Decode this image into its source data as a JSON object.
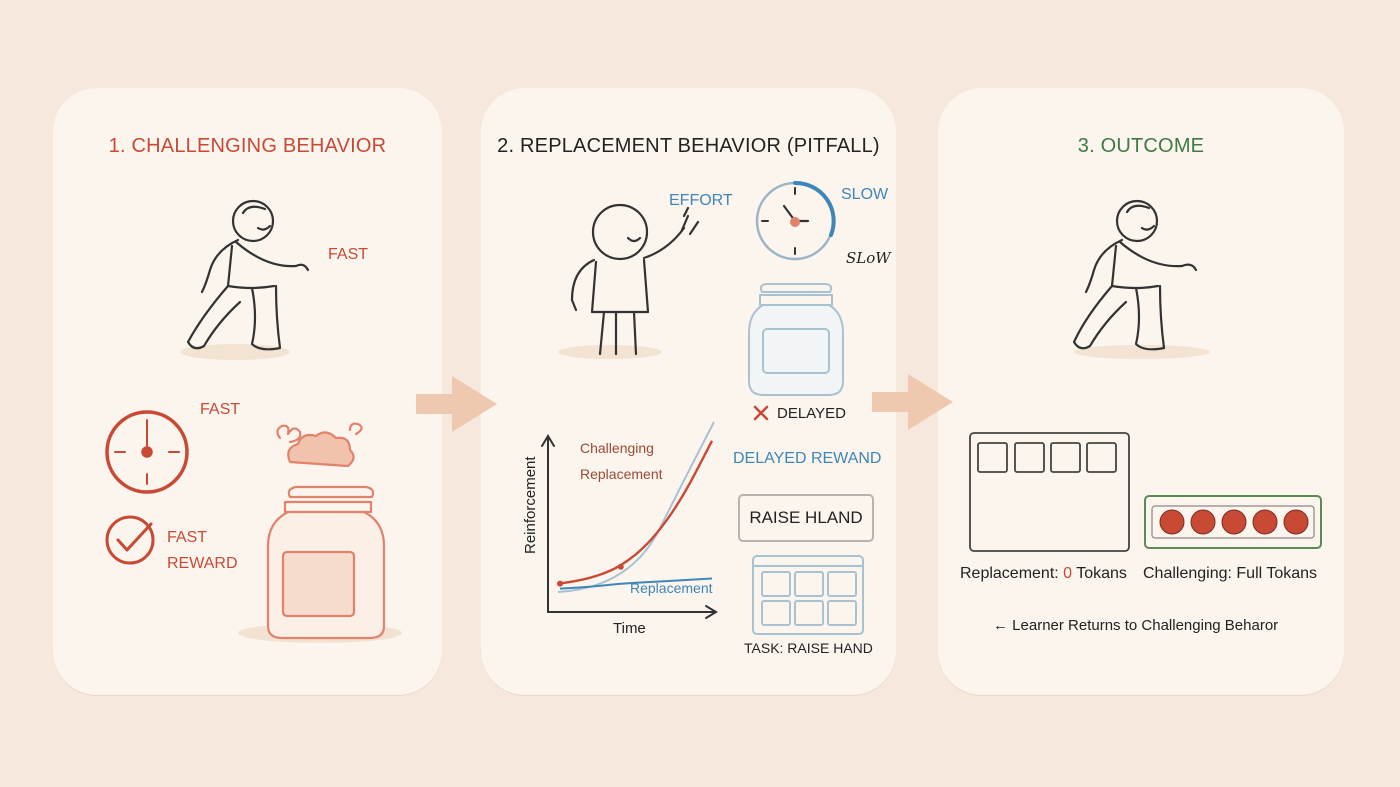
{
  "panels": {
    "challenging": {
      "title": "1. CHALLENGING BEHAVIOR",
      "fast_label": "FAST",
      "fast_clock_label": "FAST",
      "fast_reward_line1": "FAST",
      "fast_reward_line2": "REWARD"
    },
    "replacement": {
      "title": "2. REPLACEMENT BEHAVIOR (PITFALL)",
      "effort_label": "EFFORT",
      "slow_label": "SLOW",
      "slow_scribble": "SLoW",
      "delayed_label": "DELAYED",
      "delayed_reward_label": "DELAYED REWAND",
      "raise_hand_button": "RAISE HLAND",
      "task_label": "TASK: RAISE HAND",
      "chart": {
        "ylabel": "Reinforcement",
        "xlabel": "Time",
        "series_challenging_line1": "Challenging",
        "series_challenging_line2": "Replacement",
        "series_replacement": "Replacement"
      }
    },
    "outcome": {
      "title": "3. OUTCOME",
      "replacement_tokens_prefix": "Replacement: ",
      "replacement_tokens_count": "0",
      "replacement_tokens_suffix": " Tokans",
      "challenging_tokens": "Challenging: Full Tokans",
      "return_note": "← Learner Returns to Challenging Beharor"
    }
  },
  "chart_data": {
    "type": "line",
    "title": "",
    "xlabel": "Time",
    "ylabel": "Reinforcement",
    "series": [
      {
        "name": "Challenging",
        "color": "#c84a35",
        "values": [
          0.05,
          0.08,
          0.15,
          0.3,
          0.55,
          0.9
        ]
      },
      {
        "name": "Replacement",
        "color": "#3f86b8",
        "values": [
          0.02,
          0.03,
          0.05,
          0.06,
          0.07,
          0.08
        ]
      }
    ]
  },
  "colors": {
    "accent_red": "#c84a35",
    "accent_blue": "#3f86b8",
    "accent_green": "#3f7a44",
    "panel_bg": "#fbf5ee",
    "page_bg": "#f6e8dc"
  },
  "icons": [
    "walking-person-icon",
    "clock-icon",
    "check-icon",
    "jar-icon",
    "waving-person-icon",
    "x-icon",
    "arrow-right-icon",
    "token-board-icon"
  ]
}
